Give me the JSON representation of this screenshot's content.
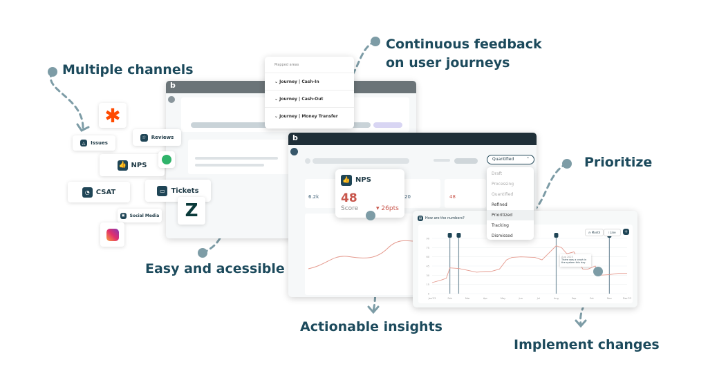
{
  "labels": {
    "multiple_channels": "Multiple channels",
    "continuous_1": "Continuous feedback",
    "continuous_2": "on user journeys",
    "prioritize": "Prioritize",
    "easy": "Easy and acessible",
    "actionable": "Actionable insights",
    "implement": "Implement changes"
  },
  "channels": {
    "issues": "Issues",
    "reviews": "Reviews",
    "nps": "NPS",
    "csat": "CSAT",
    "tickets": "Tickets",
    "social": "Social Media"
  },
  "mapped": {
    "title": "Mapped areas",
    "items": [
      "Journey | Cash-In",
      "Journey | Cash-Out",
      "Journey | Money Transfer"
    ]
  },
  "main": {
    "logo": "b",
    "kpis": [
      "6.2k",
      "20",
      "48"
    ],
    "status_selected": "Quantified",
    "status_options": [
      "Draft",
      "Processing",
      "Quantified",
      "Refined",
      "Prioritized",
      "Tracking",
      "Dismissed"
    ]
  },
  "nps_card": {
    "title": "NPS",
    "score": "48",
    "score_label": "Score",
    "delta": "26pts"
  },
  "chart_card": {
    "title": "How are the numbers?",
    "period": "Month",
    "type": "Line",
    "add": "+",
    "tooltip_date": "Aug 2023",
    "tooltip_text": "There was a crash in the system this day"
  },
  "chart_data": {
    "type": "line",
    "ylim": [
      0,
      90
    ],
    "yticks": [
      "0",
      "15",
      "30",
      "45",
      "60",
      "75",
      "90"
    ],
    "xticks": [
      "Jan'23",
      "Feb",
      "Mar",
      "Apr",
      "May",
      "Jun",
      "Jul",
      "Aug",
      "Sep",
      "Oct",
      "Nov",
      "Dec'23"
    ],
    "x": [
      0,
      0.5,
      0.8,
      1,
      1.5,
      2,
      2.5,
      3,
      3.3,
      3.8,
      4.2,
      4.5,
      5,
      5.8,
      6.2,
      7,
      7.3,
      7.6,
      8,
      8.5,
      8.8,
      9.2,
      9.5,
      10,
      10.5,
      11
    ],
    "values": [
      18,
      22,
      25,
      42,
      41,
      38,
      35,
      36,
      36,
      40,
      55,
      59,
      60,
      59,
      55,
      78,
      75,
      65,
      68,
      40,
      40,
      45,
      30,
      31,
      33,
      33
    ],
    "series_color": "#e59a8e",
    "markers_x": [
      1,
      1.5,
      7,
      10
    ]
  },
  "colors": {
    "brand_dark": "#1f2f38",
    "label": "#1c4a5c",
    "dash": "#7d9ca6",
    "red": "#c8564c"
  }
}
